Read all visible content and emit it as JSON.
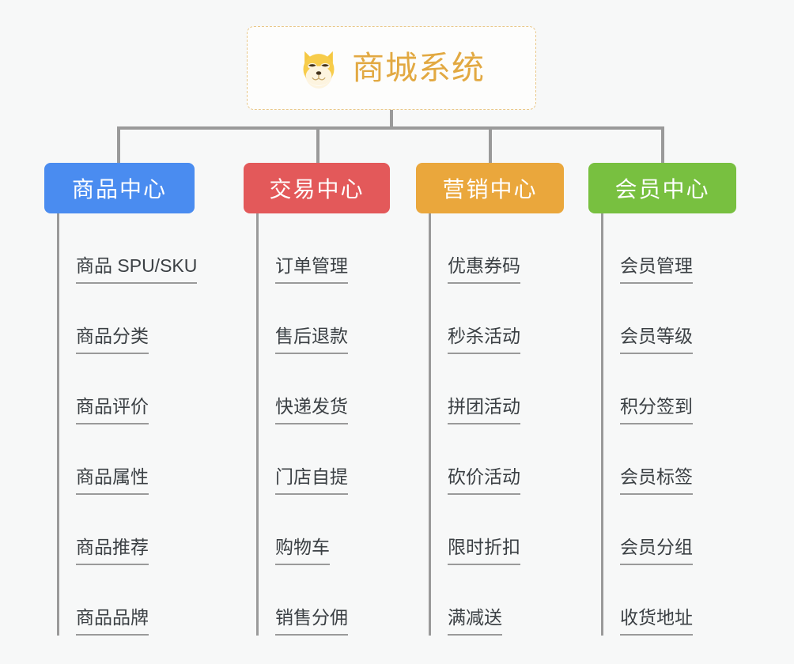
{
  "page": {
    "background_color": "#f7f8f8",
    "line_color": "#9a9a9a",
    "leaf_text_color": "#3b4044"
  },
  "root": {
    "title": "商城系统",
    "icon": "shiba-dog-face-emoji",
    "title_color": "#e2a942",
    "border_color": "#e9c88a",
    "background_color": "#fdfdfc"
  },
  "columns": [
    {
      "title": "商品中心",
      "color": "#4a8cf0",
      "leaves": [
        "商品 SPU/SKU",
        "商品分类",
        "商品评价",
        "商品属性",
        "商品推荐",
        "商品品牌"
      ]
    },
    {
      "title": "交易中心",
      "color": "#e3595a",
      "leaves": [
        "订单管理",
        "售后退款",
        "快递发货",
        "门店自提",
        "购物车",
        "销售分佣"
      ]
    },
    {
      "title": "营销中心",
      "color": "#eaa73c",
      "leaves": [
        "优惠券码",
        "秒杀活动",
        "拼团活动",
        "砍价活动",
        "限时折扣",
        "满减送"
      ]
    },
    {
      "title": "会员中心",
      "color": "#78c040",
      "leaves": [
        "会员管理",
        "会员等级",
        "积分签到",
        "会员标签",
        "会员分组",
        "收货地址"
      ]
    }
  ]
}
